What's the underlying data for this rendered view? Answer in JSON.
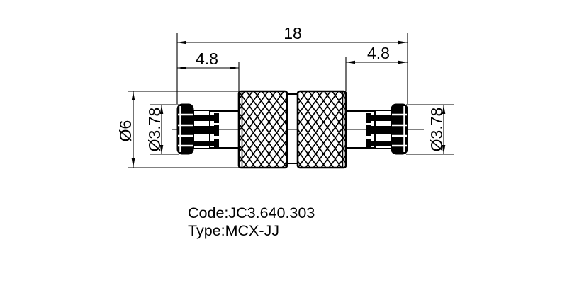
{
  "drawing": {
    "title_hint": "MCX-JJ coaxial adapter technical drawing",
    "colors": {
      "line": "#000000",
      "background": "#ffffff"
    },
    "dims": {
      "total_length": "18",
      "left_section": "4.8",
      "right_section": "4.8",
      "body_diameter": "Ø6",
      "left_tip_diameter": "Ø3.78",
      "right_tip_diameter": "Ø3.78"
    },
    "labels": {
      "code": "Code:JC3.640.303",
      "type": "Type:MCX-JJ"
    }
  }
}
